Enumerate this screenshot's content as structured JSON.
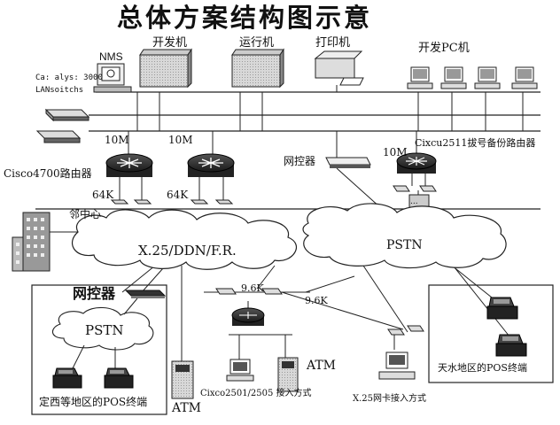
{
  "title": "总体方案结构图示意",
  "labels": {
    "nms": "NMS",
    "kaifaji": "开发机",
    "yunxingji": "运行机",
    "dayinji": "打印机",
    "kaifa_pc": "开发PC机",
    "catalyst_1": "Ca: alys: 3000",
    "catalyst_2": "LANsoitchs",
    "speed_10m_1": "10M",
    "speed_10m_2": "10M",
    "speed_10m_3": "10M",
    "cisco2511": "Cixcu2511拔号备份路由器",
    "wangkongqi_top": "网控器",
    "cisco4700": "Cisco4700路由器",
    "speed_64k_1": "64K",
    "speed_64k_2": "64K",
    "lin_zhongxin": "邻中心",
    "x25_cloud": "X.25/DDN/F.R.",
    "pstn_cloud": "PSTN",
    "dots": "...",
    "wangkongqi_left": "网控器",
    "pstn_left": "PSTN",
    "speed_96k_1": "9.6K",
    "speed_96k_2": "9.6K",
    "atm_center": "ATM",
    "atm_left": "ATM",
    "cisco2501": "Cixco2501/2505 接入方式",
    "x25_card": "X.25网卡接入方式",
    "dingxi_pos": "定西等地区的POS终端",
    "tianshui_pos": "天水地区的POS终端"
  }
}
